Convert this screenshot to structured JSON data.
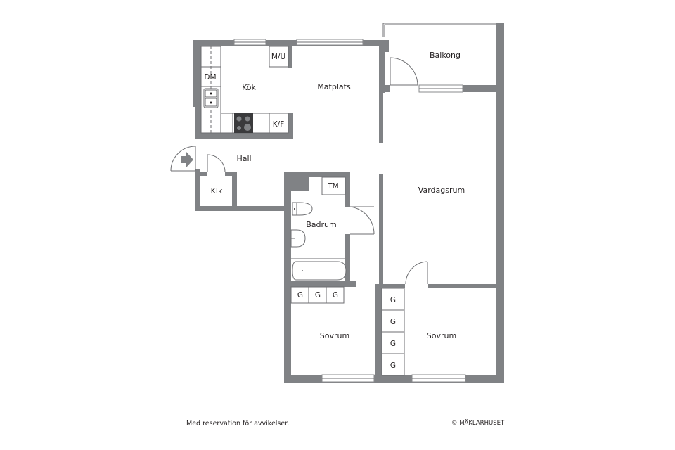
{
  "rooms": {
    "kitchen": "Kök",
    "dining": "Matplats",
    "balcony": "Balkong",
    "hall": "Hall",
    "closet": "Klk",
    "living_room": "Vardagsrum",
    "bathroom": "Badrum",
    "bedroom_1": "Sovrum",
    "bedroom_2": "Sovrum"
  },
  "fixtures": {
    "dishwasher": "DM",
    "microwave_oven": "M/U",
    "fridge_freezer": "K/F",
    "washing_machine": "TM",
    "wardrobe": "G"
  },
  "wardrobes_bedroom_1": [
    "G",
    "G",
    "G"
  ],
  "wardrobes_bedroom_2": [
    "G",
    "G",
    "G",
    "G"
  ],
  "footer": {
    "disclaimer": "Med reservation för avvikelser.",
    "copyright": "© MÄKLARHUSET"
  },
  "colors": {
    "wall": "#808285",
    "background": "#ffffff",
    "text": "#231f20"
  }
}
